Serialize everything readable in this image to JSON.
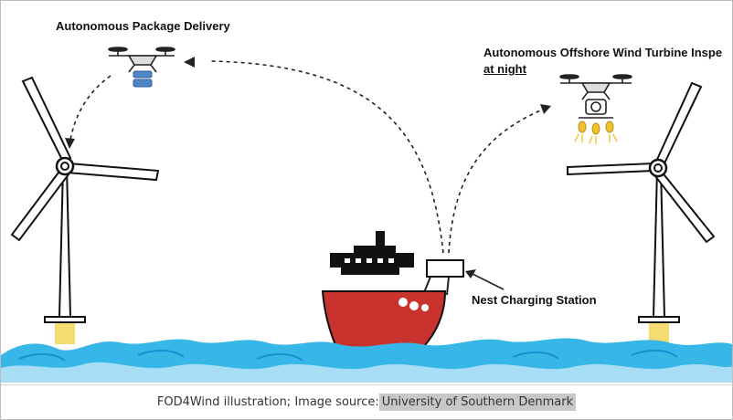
{
  "labels": {
    "package_delivery": "Autonomous Package Delivery",
    "inspection_line1": "Autonomous Offshore Wind Turbine Inspe",
    "inspection_line2": "at night",
    "nest_station": "Nest Charging Station"
  },
  "caption": {
    "prefix": "FOD4Wind illustration; Image source: ",
    "source": "University of Southern Denmark"
  },
  "colors": {
    "sea": "#37b7e8",
    "sea_light": "#a8def5",
    "ship_hull": "#c8332d",
    "foundation": "#f5dc72",
    "package": "#4f86c6",
    "lamp": "#f2c12e"
  },
  "icons": [
    "drone-icon",
    "camera-icon",
    "wind-turbine-icon",
    "ship-icon",
    "package-icon"
  ]
}
